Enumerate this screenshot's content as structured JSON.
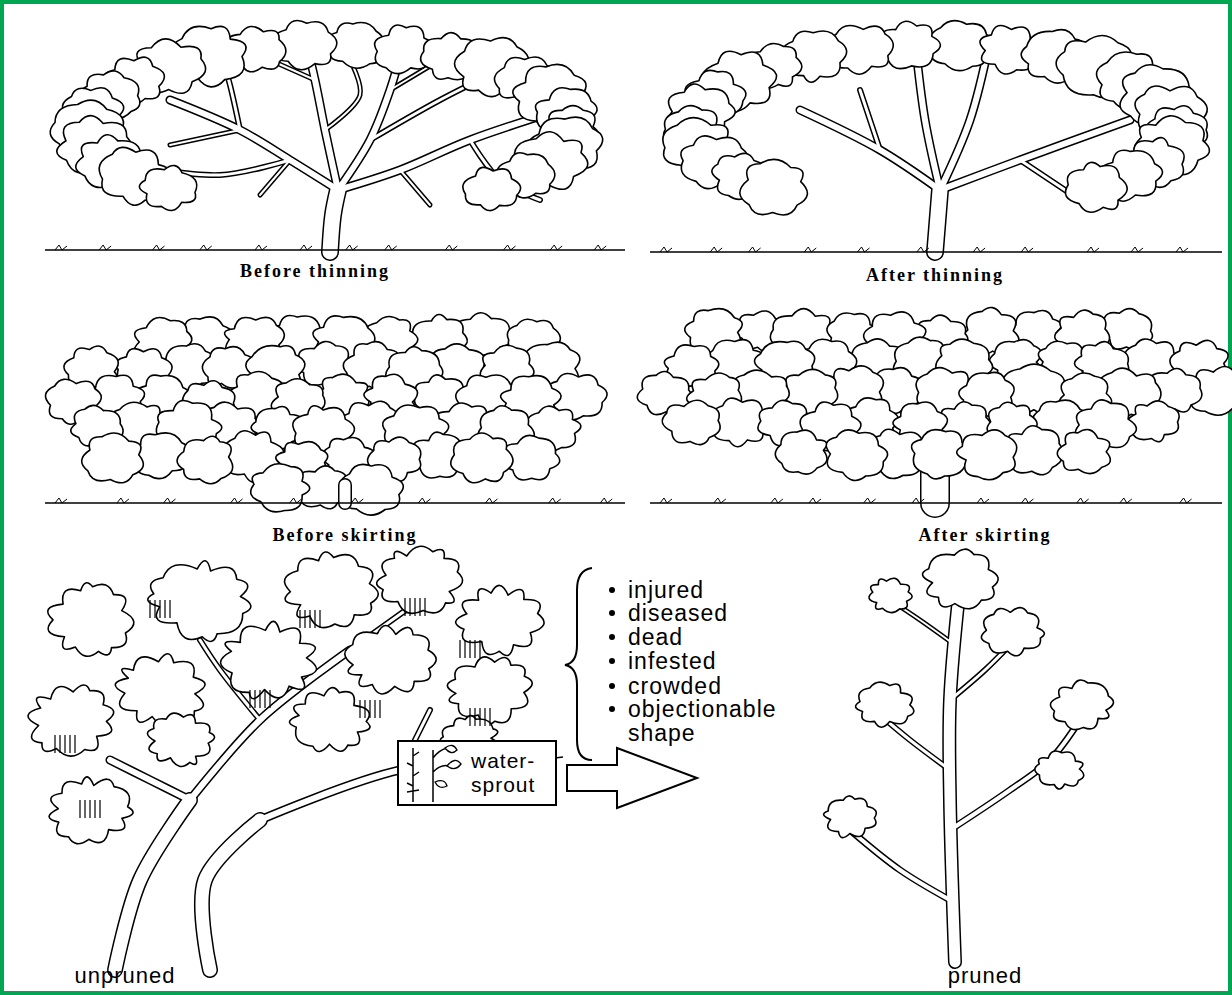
{
  "diagram": {
    "nodes": [
      {
        "text": [
          "water-sprout"
        ]
      }
    ],
    "labels": [
      "Before thinning",
      "After thinning",
      "Before skirting",
      "After skirting",
      "injured",
      "diseased",
      "dead",
      "infested",
      "crowded",
      "objectionable shape",
      "unpruned",
      "pruned"
    ]
  }
}
